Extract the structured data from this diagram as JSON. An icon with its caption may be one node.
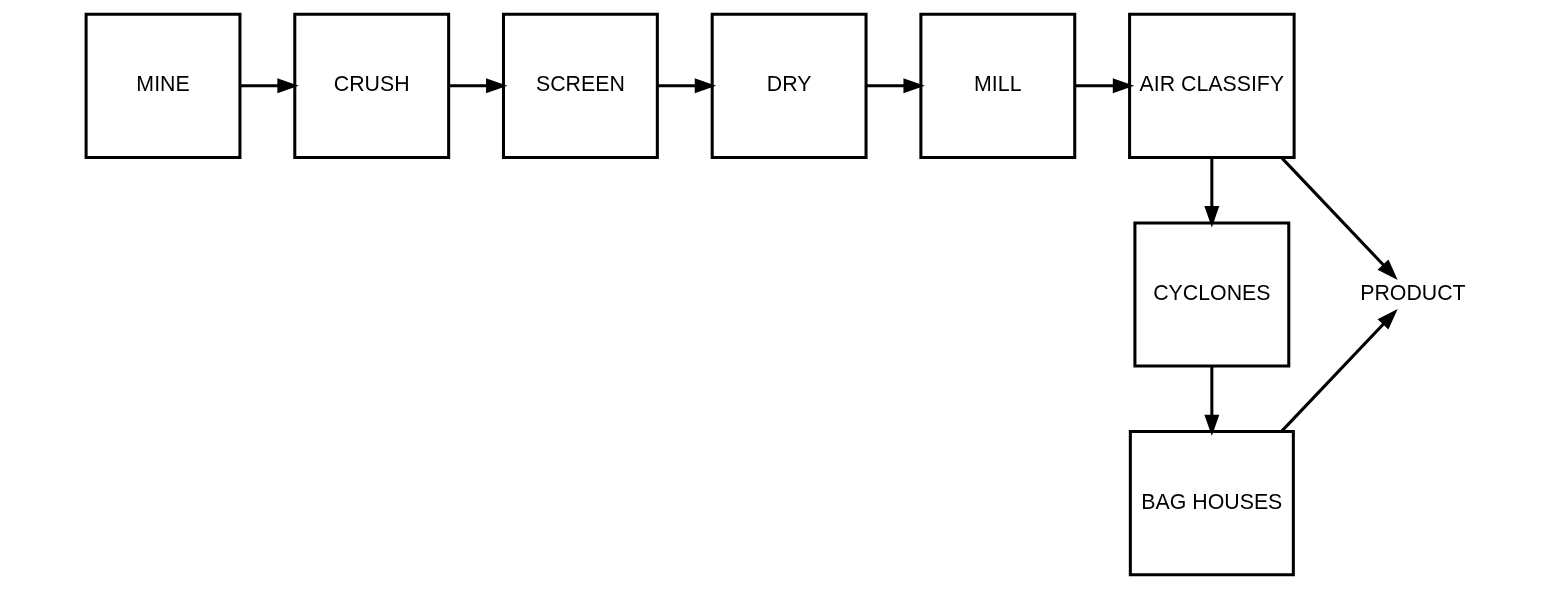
{
  "diagram": {
    "nodes": [
      {
        "text": [
          "MINE"
        ]
      },
      {
        "text": [
          "CRUSH"
        ]
      },
      {
        "text": [
          "SCREEN"
        ]
      },
      {
        "text": [
          "DRY"
        ]
      },
      {
        "text": [
          "MILL"
        ]
      },
      {
        "text": [
          "AIR CLASSIFY"
        ]
      },
      {
        "text": [
          "CYCLONES"
        ]
      },
      {
        "text": [
          "BAG HOUSES"
        ]
      },
      {
        "text": [
          "PRODUCT"
        ]
      }
    ],
    "edges": [
      {
        "from": 0,
        "to": 1,
        "arrow": "to"
      },
      {
        "from": 1,
        "to": 2,
        "arrow": "to"
      },
      {
        "from": 2,
        "to": 3,
        "arrow": "to"
      },
      {
        "from": 3,
        "to": 4,
        "arrow": "to"
      },
      {
        "from": 4,
        "to": 5,
        "arrow": "to"
      },
      {
        "from": 5,
        "to": 6,
        "arrow": "to"
      },
      {
        "from": 6,
        "to": 7,
        "arrow": "to"
      },
      {
        "from": 5,
        "to": 8,
        "arrow": "to"
      },
      {
        "from": 7,
        "to": 8,
        "arrow": "to"
      }
    ]
  }
}
